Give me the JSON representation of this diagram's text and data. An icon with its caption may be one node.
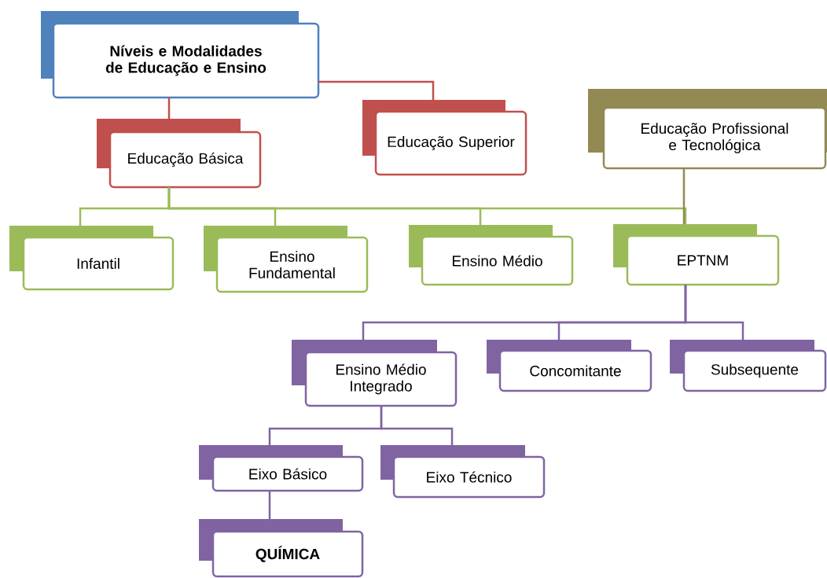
{
  "diagram": {
    "nodes": [
      {
        "text": [
          "Níveis e Modalidades de Educação e Ensino"
        ]
      },
      {
        "text": [
          "Educação Básica"
        ]
      },
      {
        "text": [
          "Educação Superior"
        ]
      },
      {
        "text": [
          "Educação Profissional e Tecnológica"
        ]
      },
      {
        "text": [
          "Infantil"
        ]
      },
      {
        "text": [
          "Ensino Fundamental"
        ]
      },
      {
        "text": [
          "Ensino Médio"
        ]
      },
      {
        "text": [
          "EPTNM"
        ]
      },
      {
        "text": [
          "Ensino Médio Integrado"
        ]
      },
      {
        "text": [
          "Concomitante"
        ]
      },
      {
        "text": [
          "Subsequente"
        ]
      },
      {
        "text": [
          "Eixo Básico"
        ]
      },
      {
        "text": [
          "Eixo Técnico"
        ]
      },
      {
        "text": [
          "QUÍMICA"
        ]
      }
    ],
    "edges": [
      {
        "from": 0,
        "to": 1,
        "arrow": "none",
        "color": "#c0504d"
      },
      {
        "from": 0,
        "to": 2,
        "arrow": "none",
        "color": "#c0504d"
      },
      {
        "from": 1,
        "to": 4,
        "arrow": "none",
        "color": "#9bbb59"
      },
      {
        "from": 1,
        "to": 5,
        "arrow": "none",
        "color": "#9bbb59"
      },
      {
        "from": 1,
        "to": 6,
        "arrow": "none",
        "color": "#9bbb59"
      },
      {
        "from": 1,
        "to": 7,
        "arrow": "none",
        "color": "#9bbb59"
      },
      {
        "from": 3,
        "to": 7,
        "arrow": "none",
        "color": "#938953"
      },
      {
        "from": 7,
        "to": 8,
        "arrow": "none",
        "color": "#8064a2"
      },
      {
        "from": 7,
        "to": 9,
        "arrow": "none",
        "color": "#8064a2"
      },
      {
        "from": 7,
        "to": 10,
        "arrow": "none",
        "color": "#8064a2"
      },
      {
        "from": 8,
        "to": 11,
        "arrow": "none",
        "color": "#8064a2"
      },
      {
        "from": 8,
        "to": 12,
        "arrow": "none",
        "color": "#8064a2"
      },
      {
        "from": 11,
        "to": 13,
        "arrow": "none",
        "color": "#8064a2"
      }
    ]
  }
}
